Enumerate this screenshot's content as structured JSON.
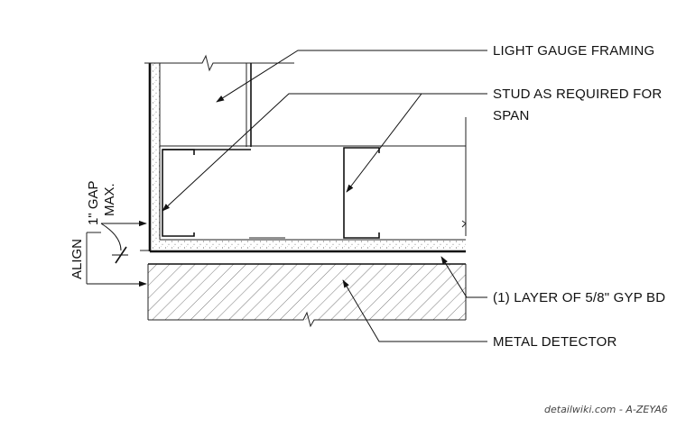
{
  "callouts": {
    "light_gauge_framing": "LIGHT GAUGE FRAMING",
    "stud_line1": "STUD AS REQUIRED FOR",
    "stud_line2": "SPAN",
    "gyp_bd": "(1) LAYER OF 5/8\" GYP BD",
    "metal_detector": "METAL DETECTOR"
  },
  "dimensions": {
    "gap_line1": "1\" GAP",
    "gap_line2": "MAX.",
    "align": "ALIGN"
  },
  "credit": "detailwiki.com - A-ZEYA6"
}
